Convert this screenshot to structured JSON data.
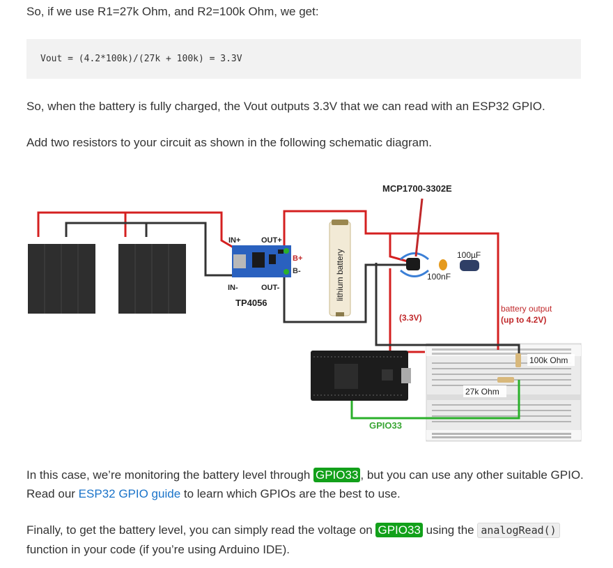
{
  "article": {
    "p1": "So, if we use R1=27k Ohm, and R2=100k Ohm, we get:",
    "code": "Vout = (4.2*100k)/(27k + 100k) = 3.3V",
    "p2": "So, when the battery is fully charged, the Vout outputs 3.3V that we can read with an ESP32 GPIO.",
    "p3": "Add two resistors to your circuit as shown in the following schematic diagram.",
    "p4": {
      "before": "In this case, we’re monitoring the battery level through ",
      "tag": "GPIO33",
      "middle": ", but you can use any other suitable GPIO. Read our ",
      "link": "ESP32 GPIO guide",
      "after": " to learn which GPIOs are the best to use."
    },
    "p5": {
      "before": "Finally, to get the battery level, you can simply read the voltage on ",
      "tag": "GPIO33",
      "middle": " using the ",
      "code": "analogRead()",
      "after": " function in your code (if you’re using Arduino IDE)."
    }
  },
  "diagram": {
    "regulator_label": "MCP1700-3302E",
    "cap1_label": "100µF",
    "cap2_label": "100nF",
    "in_plus": "IN+",
    "out_plus": "OUT+",
    "in_minus": "IN-",
    "out_minus": "OUT-",
    "b_plus": "B+",
    "b_minus": "B-",
    "charger_label": "TP4056",
    "battery_label": "lithium battery",
    "v33_label": "(3.3V)",
    "battery_output_line1": "battery output",
    "battery_output_line2": "(up to 4.2V)",
    "r2_label": "100k Ohm",
    "r1_label": "27k Ohm",
    "gpio_label": "GPIO33",
    "colors": {
      "red_wire": "#d42020",
      "black_wire": "#333333",
      "green_wire": "#2ab02a",
      "label_red": "#c0282a",
      "label_green": "#3aa635"
    }
  }
}
